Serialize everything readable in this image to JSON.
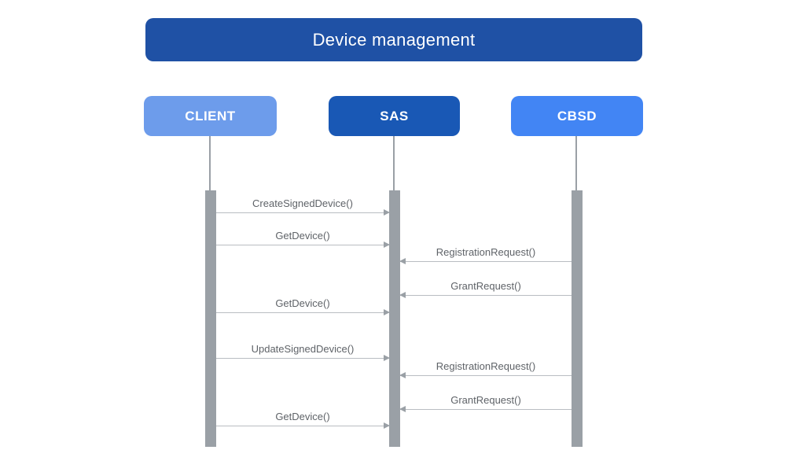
{
  "title": "Device management",
  "colors": {
    "title-bg": "#1f51a5",
    "client-bg": "#6d9ceb",
    "sas-bg": "#1958b5",
    "cbsd-bg": "#4285f4",
    "lifeline-gray": "#9aa0a6",
    "arrow-gray": "#b9bdc2",
    "label-gray": "#5f6368",
    "text-white": "#ffffff"
  },
  "actors": [
    {
      "label": "CLIENT"
    },
    {
      "label": "SAS"
    },
    {
      "label": "CBSD"
    }
  ],
  "messages": [
    {
      "label": "CreateSignedDevice()",
      "from": "CLIENT",
      "to": "SAS",
      "direction": "right"
    },
    {
      "label": "GetDevice()",
      "from": "CLIENT",
      "to": "SAS",
      "direction": "right"
    },
    {
      "label": "RegistrationRequest()",
      "from": "CBSD",
      "to": "SAS",
      "direction": "left"
    },
    {
      "label": "GrantRequest()",
      "from": "CBSD",
      "to": "SAS",
      "direction": "left"
    },
    {
      "label": "GetDevice()",
      "from": "CLIENT",
      "to": "SAS",
      "direction": "right"
    },
    {
      "label": "UpdateSignedDevice()",
      "from": "CLIENT",
      "to": "SAS",
      "direction": "right"
    },
    {
      "label": "RegistrationRequest()",
      "from": "CBSD",
      "to": "SAS",
      "direction": "left"
    },
    {
      "label": "GrantRequest()",
      "from": "CBSD",
      "to": "SAS",
      "direction": "left"
    },
    {
      "label": "GetDevice()",
      "from": "CLIENT",
      "to": "SAS",
      "direction": "right"
    }
  ]
}
